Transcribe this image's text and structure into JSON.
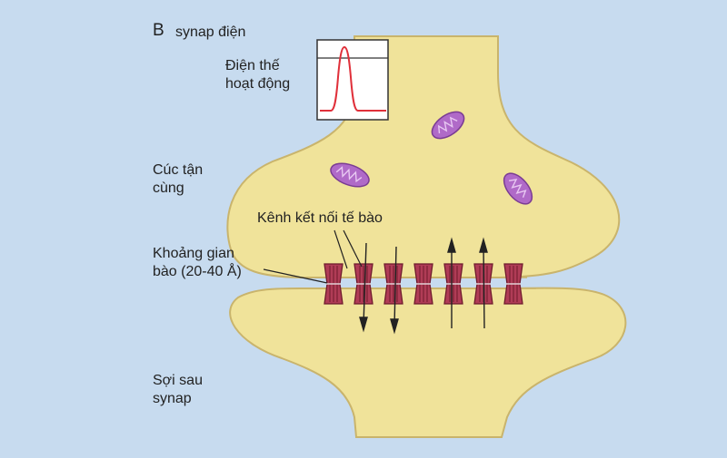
{
  "figure": {
    "panel_letter": "B",
    "panel_title": "synap điện",
    "labels": {
      "action_potential_line1": "Điện thế",
      "action_potential_line2": "hoạt động",
      "terminal_line1": "Cúc tận",
      "terminal_line2": "cùng",
      "gap_line1": "Khoảng gian",
      "gap_line2": "bào (20-40 Å)",
      "channels": "Kênh kết nối tế bào",
      "postsynaptic_line1": "Sợi sau",
      "postsynaptic_line2": "synap"
    },
    "channel_count": 7,
    "colors": {
      "background": "#c7dbef",
      "cell_fill": "#f0e39a",
      "cell_stroke": "#c9b46c",
      "channel_fill": "#b03c56",
      "channel_stroke": "#6e1a2c",
      "mitochondria_fill": "#b06ac8",
      "trace": "#e0303a"
    }
  }
}
